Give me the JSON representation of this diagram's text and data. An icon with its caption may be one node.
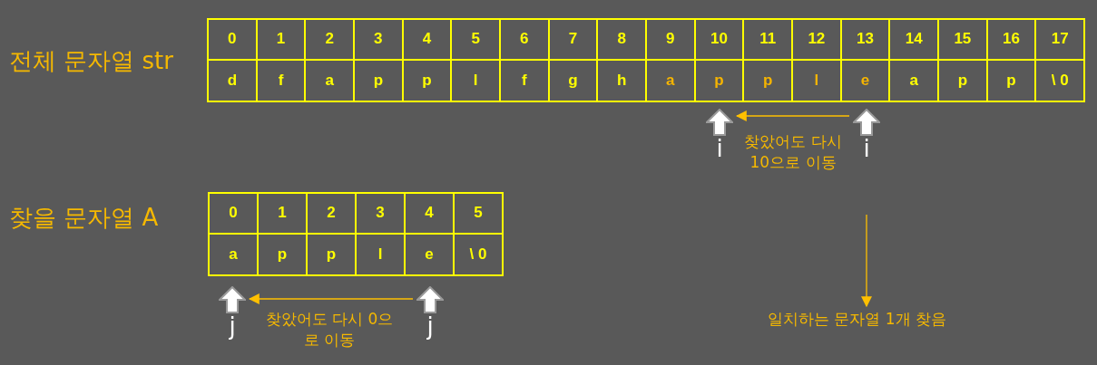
{
  "diagram": {
    "nodes": [
      {
        "text": [
          "i"
        ]
      },
      {
        "text": [
          "i"
        ]
      },
      {
        "text": [
          "j"
        ]
      },
      {
        "text": [
          "j"
        ]
      },
      {
        "text": [
          "일치하는 문자열 1개 찾음"
        ]
      }
    ],
    "edges": [
      {
        "from": 1,
        "to": 0,
        "arrow": "to",
        "label": "찾았어도 다시 10으로 이동"
      },
      {
        "from": 3,
        "to": 2,
        "arrow": "to",
        "label": "찾았어도 다시 0으로 이동"
      },
      {
        "from": null,
        "to": 4,
        "arrow": "to"
      }
    ],
    "labels": [
      "전체 문자열 str",
      "0",
      "1",
      "2",
      "3",
      "4",
      "5",
      "6",
      "7",
      "8",
      "9",
      "10",
      "11",
      "12",
      "13",
      "14",
      "15",
      "16",
      "17",
      "d",
      "f",
      "a",
      "p",
      "p",
      "l",
      "f",
      "g",
      "h",
      "a",
      "p",
      "p",
      "l",
      "e",
      "a",
      "p",
      "p",
      "\\ 0",
      "찾을 문자열 A",
      "0",
      "1",
      "2",
      "3",
      "4",
      "5",
      "a",
      "p",
      "p",
      "l",
      "e",
      "\\ 0"
    ]
  }
}
